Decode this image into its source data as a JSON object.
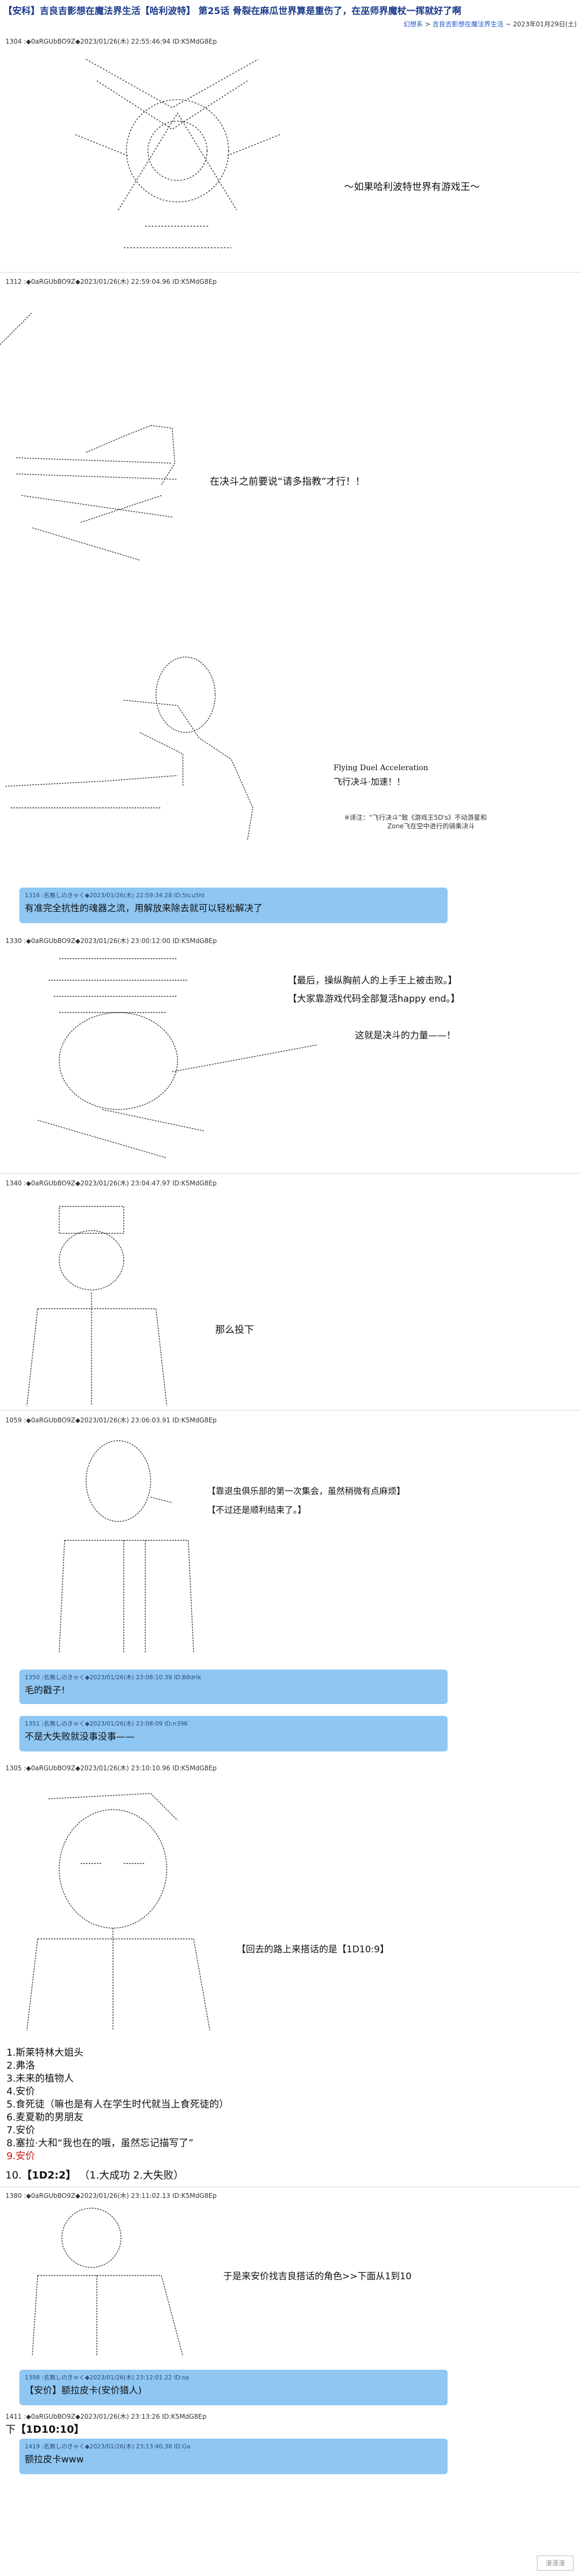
{
  "header": {
    "title": "【安科】吉良吉影想在魔法界生活【哈利波特】 第25话 骨裂在麻瓜世界算是重伤了，在巫师界魔杖一挥就好了啊",
    "breadcrumb_root": "幻想系",
    "breadcrumb_sep": " > ",
    "breadcrumb_series": "吉良吉影想在魔法界生活",
    "breadcrumb_date": " ~ 2023年01月29日(土)"
  },
  "posts": [
    {
      "meta": "1304 :◆0aRGUbBO9Z◆2023/01/26(木) 22:55:46:94 ID:K5MdG8Ep",
      "lines": [
        "～如果哈利波特世界有游戏王～"
      ]
    },
    {
      "meta": "1312 :◆0aRGUbBO9Z◆2023/01/26(木) 22:59:04.96 ID:K5MdG8Ep",
      "lines": [
        "在决斗之前要说“请多指教”才行！！"
      ]
    },
    {
      "lines": [
        "Flying Duel Acceleration",
        "飞行决斗·加速！！"
      ],
      "note": [
        "※译注：“飞行决斗”致《游戏王5D's》不动游星和",
        "Zone飞在空中进行的骑乘决斗"
      ]
    },
    {
      "meta": "1330 :◆0aRGUbBO9Z◆2023/01/26(木) 23:00:12:00 ID:K5MdG8Ep",
      "lines": [
        "【最后，操纵胸前人的上手王上被击败。】",
        "【大家靠游戏代码全部复活happy end。】",
        "这就是决斗的力量——！"
      ]
    },
    {
      "meta": "1340 :◆0aRGUbBO9Z◆2023/01/26(木) 23:04:47.97 ID:K5MdG8Ep",
      "lines": [
        "那么投下"
      ]
    },
    {
      "meta": "1059 :◆0aRGUbBO9Z◆2023/01/26(木) 23:06:03.91 ID:K5MdG8Ep",
      "lines": [
        "【靠退虫俱乐部的第一次集会，虽然稍微有点麻烦】",
        "【不过还是顺利结束了。】"
      ]
    },
    {
      "meta": "1305 :◆0aRGUbBO9Z◆2023/01/26(木) 23:10:10.96 ID:K5MdG8Ep",
      "lines": [
        "【回去的路上来搭话的是【1D10:9】"
      ]
    },
    {
      "meta": "1380 :◆0aRGUbBO9Z◆2023/01/26(木) 23:11:02.13 ID:K5MdG8Ep",
      "lines": [
        "于是来安价找吉良搭话的角色>>下面从1到10"
      ]
    },
    {
      "meta": "1411 :◆0aRGUbBO9Z◆2023/01/26(木) 23:13:26 ID:K5MdG8Ep"
    }
  ],
  "comments": [
    {
      "meta": "1316 :名無しのきゃく◆2023/01/26(木) 22:59:34.28 ID:5tcu5hI",
      "text": "有准完全抗性的魂器之流，用解放来除去就可以轻松解决了"
    },
    {
      "meta": "1350 :名無しのきゃく◆2023/01/26(木) 23:08:10.39 ID:B8drik",
      "text": "毛的戳子!"
    },
    {
      "meta": "1351 :名無しのきゃく◆2023/01/26(木) 23:08:09 ID:n39K",
      "text": "不是大失败就没事没事——"
    },
    {
      "meta": "1398 :名無しのきゃく◆2023/01/26(木) 23:12:01.22 ID:sa",
      "text": "【安价】额拉皮卡(安价猎人)"
    },
    {
      "meta": "1419 :名無しのきゃく◆2023/01/26(木) 23:13:40.38 ID:Ga",
      "text": "额拉皮卡www"
    }
  ],
  "list": {
    "items": [
      "1.斯莱特林大姐头",
      "2.弗洛",
      "3.未来的植物人",
      "4.安价",
      "5.食死徒（嘛也是有人在学生时代就当上食死徒的）",
      "6.麦夏勒的男朋友",
      "7.安价",
      "8.塞拉·大和“我也在的哦，虽然忘记描写了”",
      "9.安价"
    ],
    "roll_prefix": "10.",
    "roll": "【1D2:2】",
    "roll_suffix": "（1.大成功  2.大失败）",
    "final_prefix": "下",
    "final": "【1D10:10】"
  },
  "watermark": "漫漫漫"
}
